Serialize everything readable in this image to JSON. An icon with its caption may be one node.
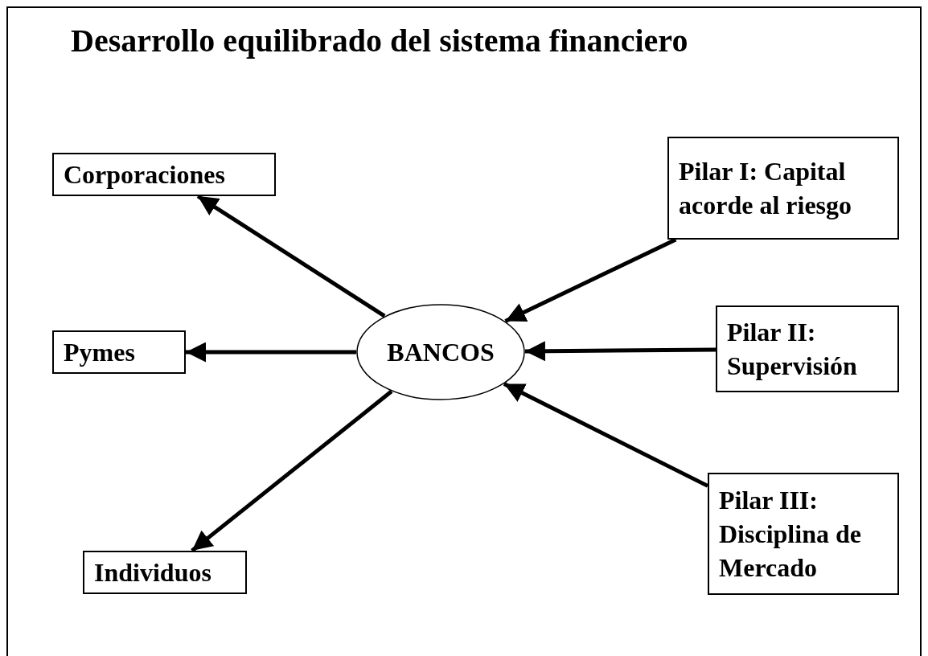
{
  "diagram": {
    "title": "Desarrollo equilibrado del sistema financiero",
    "nodes": [
      {
        "text": [
          "Corporaciones"
        ]
      },
      {
        "text": [
          "Pymes"
        ]
      },
      {
        "text": [
          "Individuos"
        ]
      },
      {
        "text": [
          "BANCOS"
        ]
      },
      {
        "text": [
          "Pilar I: Capital acorde al riesgo"
        ]
      },
      {
        "text": [
          "Pilar II: Supervisión"
        ]
      },
      {
        "text": [
          "Pilar III: Disciplina de Mercado"
        ]
      }
    ],
    "edges": [
      {
        "from": 3,
        "to": 0,
        "arrow": "to"
      },
      {
        "from": 3,
        "to": 1,
        "arrow": "to"
      },
      {
        "from": 3,
        "to": 2,
        "arrow": "to"
      },
      {
        "from": 4,
        "to": 3,
        "arrow": "to"
      },
      {
        "from": 5,
        "to": 3,
        "arrow": "to"
      },
      {
        "from": 6,
        "to": 3,
        "arrow": "to"
      }
    ]
  }
}
